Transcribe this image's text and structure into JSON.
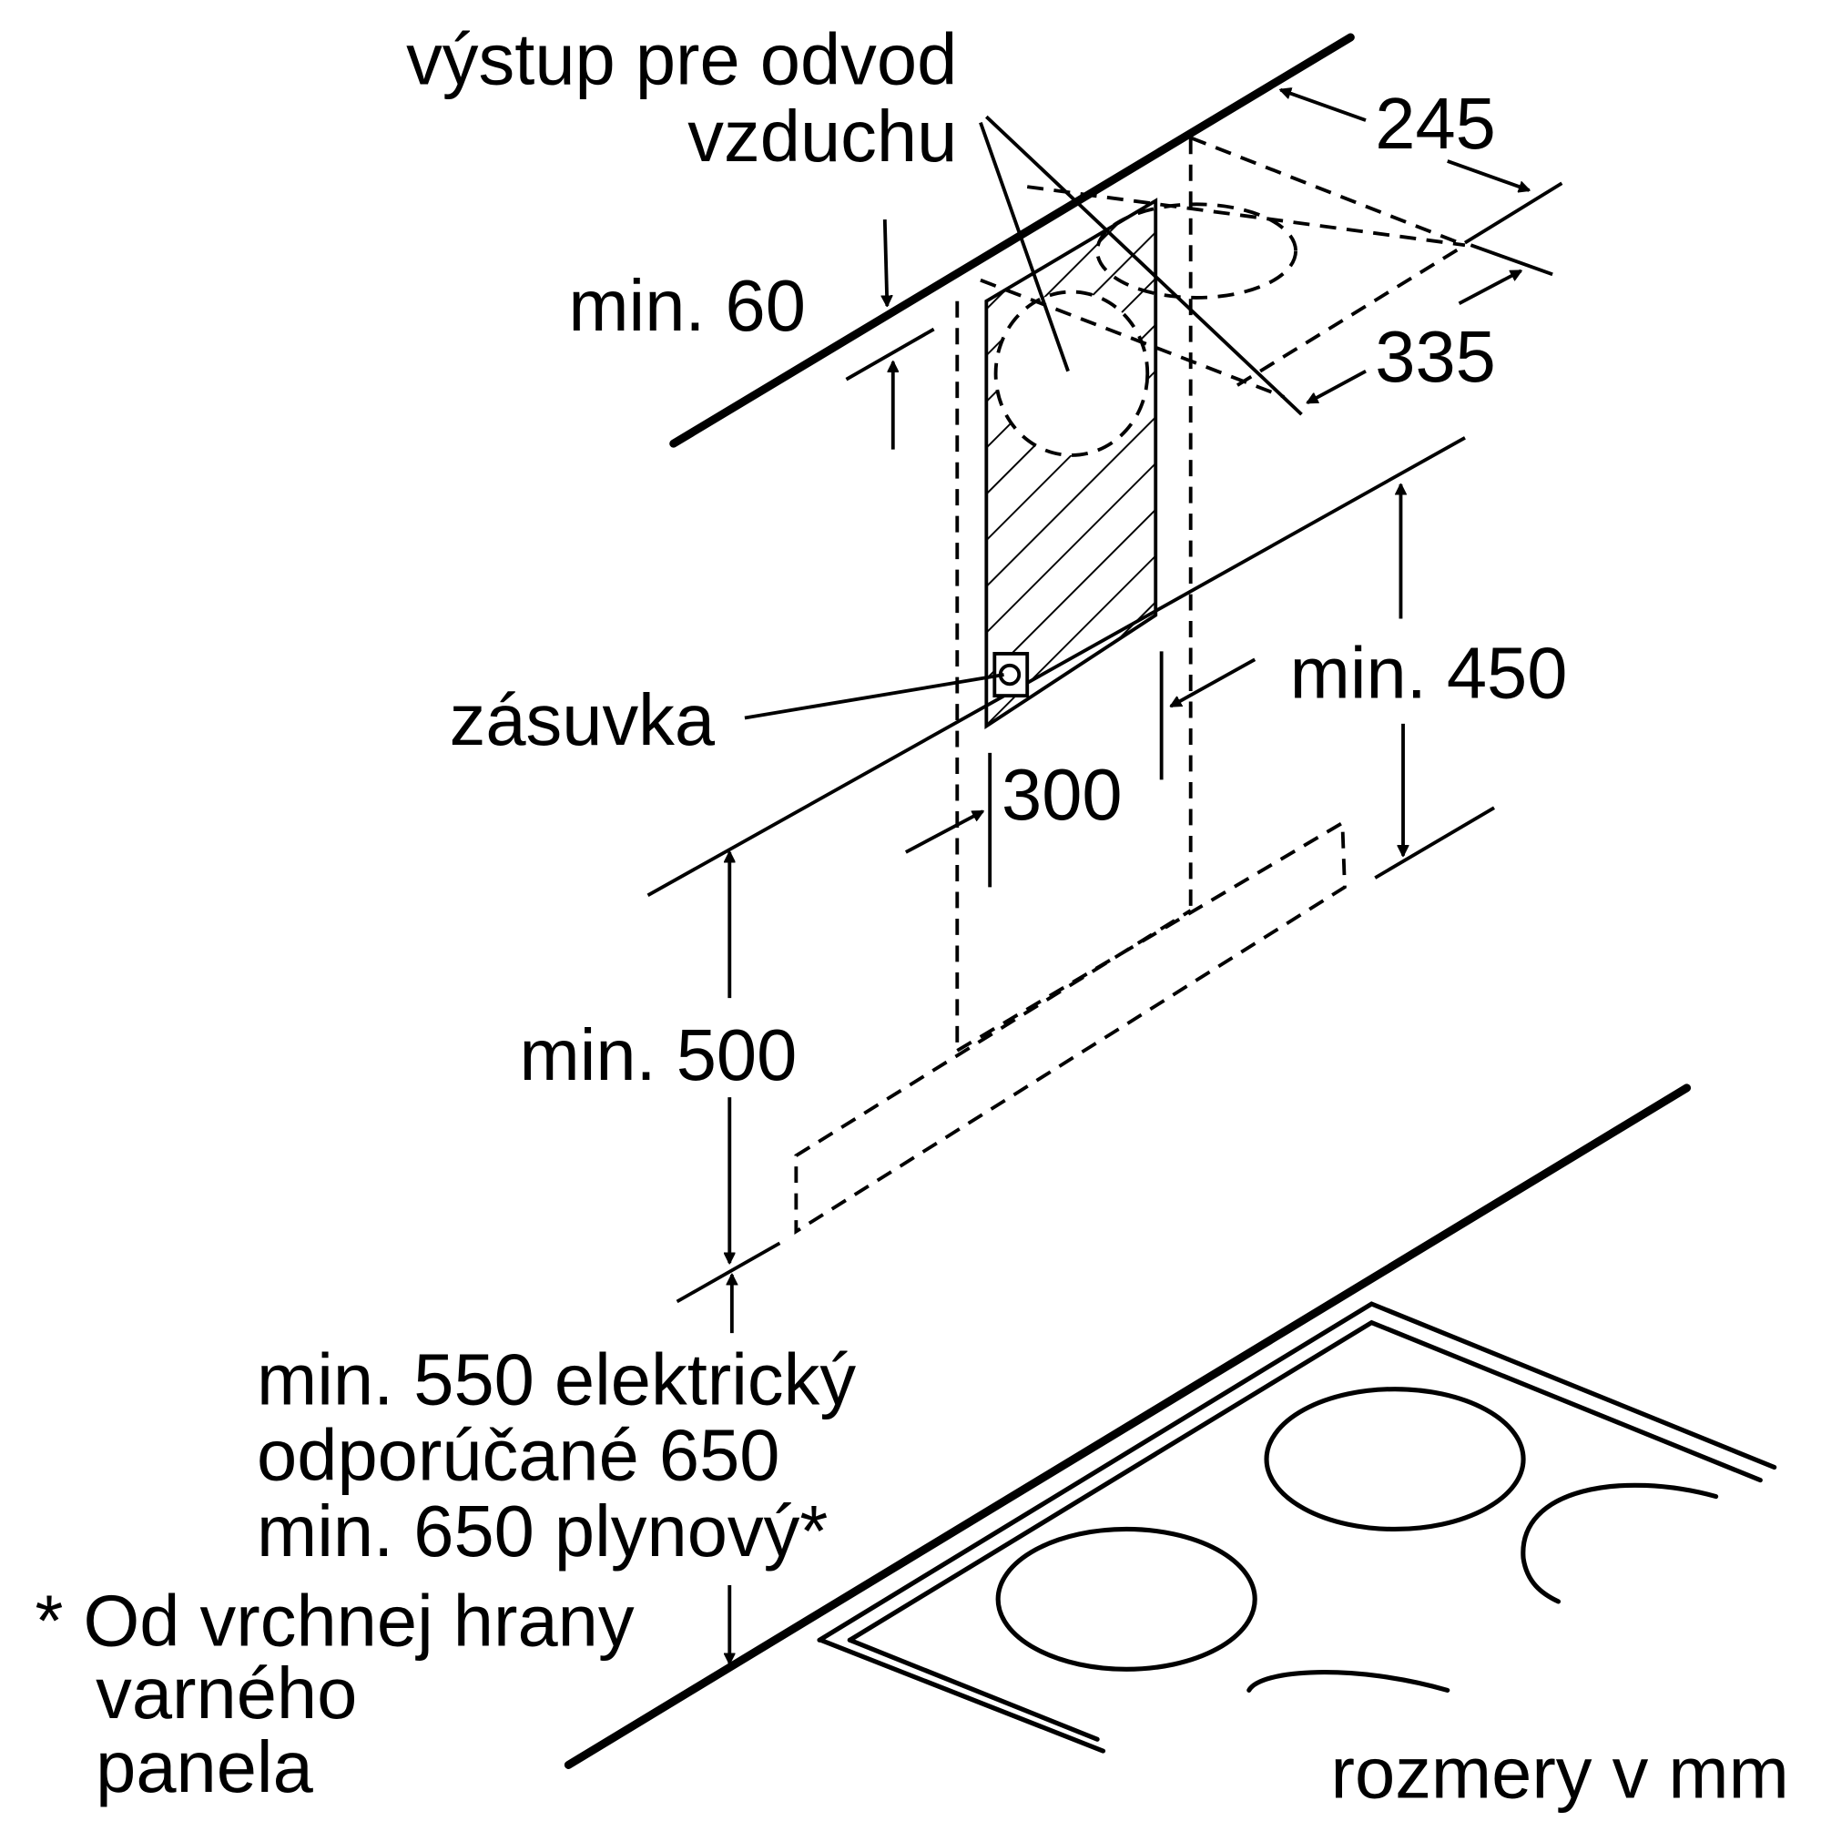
{
  "labels": {
    "air_outlet_1": "výstup pre odvod",
    "air_outlet_2": "vzduchu",
    "dim_245": "245",
    "dim_335": "335",
    "min_60": "min. 60",
    "min_450": "min. 450",
    "socket": "zásuvka",
    "dim_300": "300",
    "min_500": "min. 500",
    "note_1": "min. 550 elektrický",
    "note_2": "odporúčané 650",
    "note_3": "min. 650 plynový*",
    "footnote_1": "* Od vrchnej hrany",
    "footnote_2": "varného",
    "footnote_3": "panela",
    "units": "rozmery v mm"
  }
}
